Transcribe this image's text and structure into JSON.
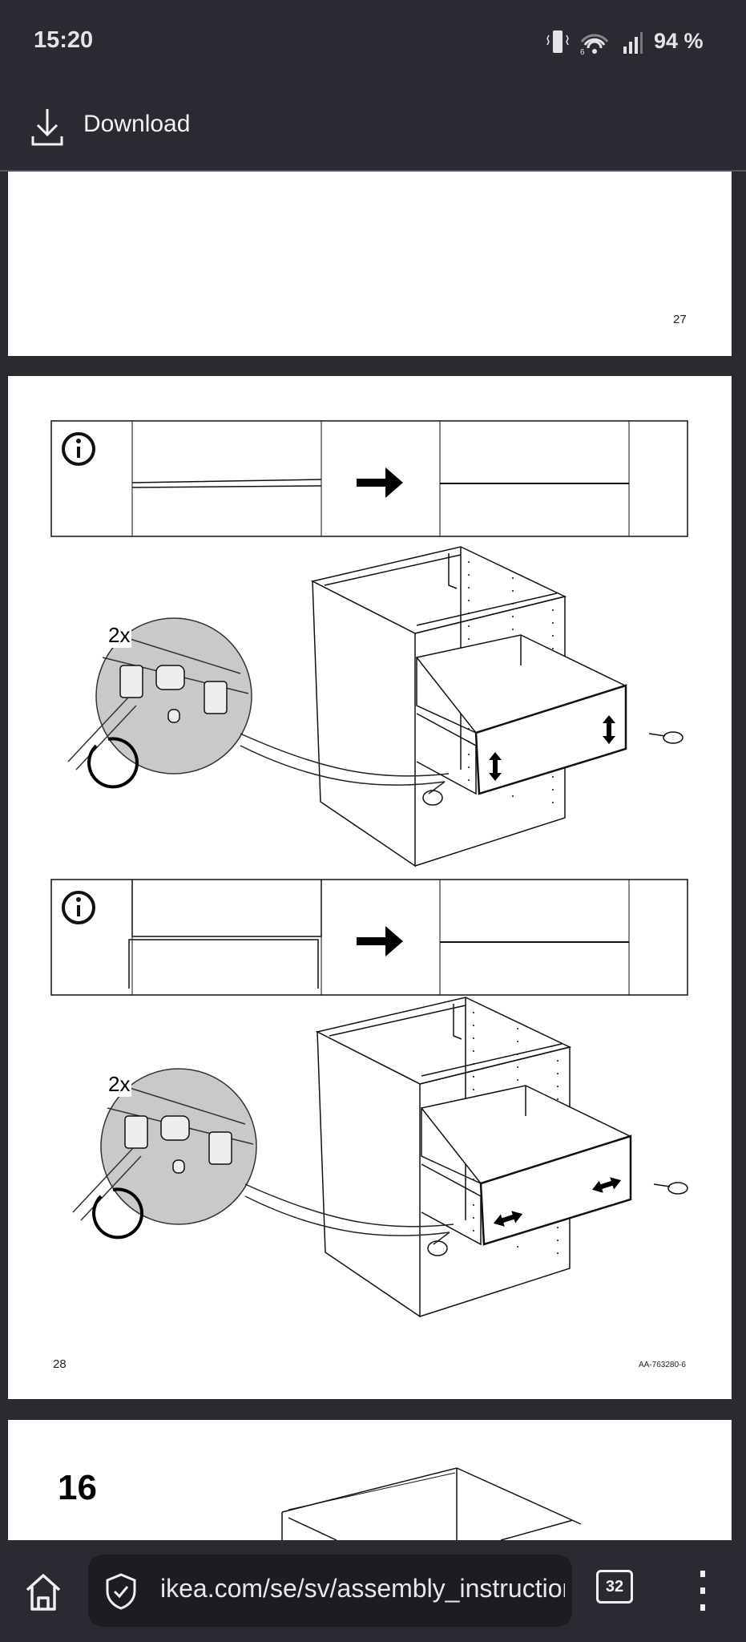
{
  "status_bar": {
    "time": "15:20",
    "battery": "94 %",
    "icons": [
      "vibrate-icon",
      "wifi-6-icon",
      "signal-icon"
    ]
  },
  "top_bar": {
    "download_label": "Download",
    "icon": "download-icon"
  },
  "pages": [
    {
      "page_number": "27"
    },
    {
      "page_number": "28",
      "doc_code": "AA-763280-6",
      "callout_1": "2x",
      "callout_2": "2x"
    },
    {
      "step_number": "16"
    }
  ],
  "bottom_bar": {
    "url": "ikea.com/se/sv/assembly_instructions",
    "tab_count": "32"
  }
}
